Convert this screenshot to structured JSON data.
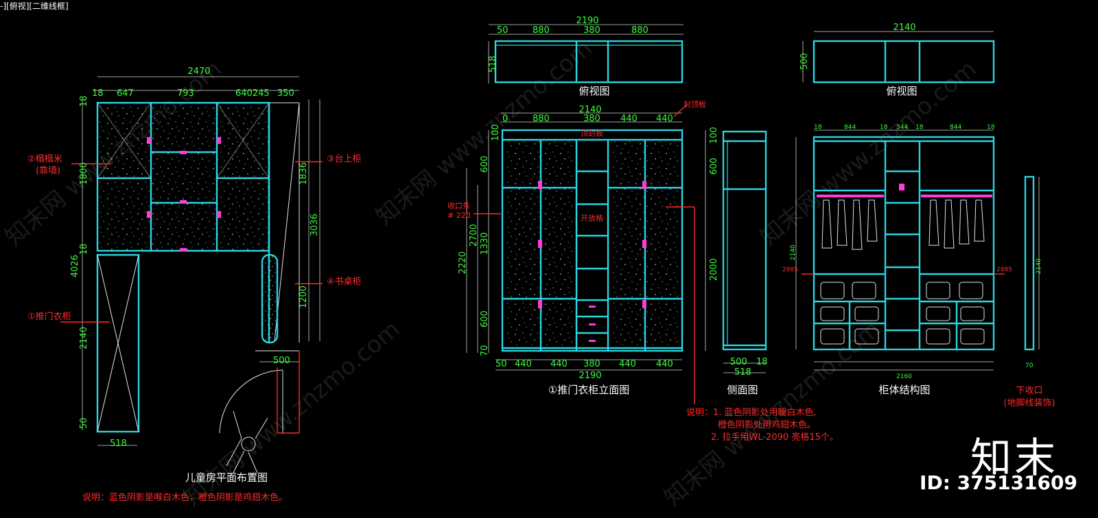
{
  "viewport_label": "-][俯视][二维线框]",
  "brand": "知末",
  "drawing_id": "ID: 375131609",
  "watermark": "知末网 www.znzmo.com",
  "plan": {
    "top_dims": [
      "2470",
      "18",
      "647",
      "793",
      "640245",
      "350"
    ],
    "left_dims": [
      "18",
      "1800",
      "18",
      "4026",
      "2140",
      "50"
    ],
    "right_dims": [
      "1836",
      "3036",
      "1200"
    ],
    "bottom_dims": [
      "500",
      "518"
    ],
    "label_1": "①推门衣柜",
    "label_2a": "②榻榻米",
    "label_2b": "(靠墙)",
    "label_3": "③台上柜",
    "label_4": "④书桌柜",
    "title": "儿童房平面布置图",
    "note": "说明：蓝色阴影是喉白木色，橙色阴影是鸡翅木色。"
  },
  "elev": {
    "top_plan_dims": [
      "2190",
      "50",
      "880",
      "380",
      "880",
      "518"
    ],
    "top_plan_title": "俯视图",
    "top_dims": [
      "2140",
      "0",
      "880",
      "380",
      "440",
      "440",
      "100"
    ],
    "left_dims": [
      "600",
      "2700",
      "1330",
      "2220",
      "600",
      "70"
    ],
    "bottom_dims": [
      "50",
      "440",
      "440",
      "380",
      "440",
      "440",
      "2190"
    ],
    "tag_top": "封顶板",
    "tag_in": "开放格",
    "tag_top2": "顶封板",
    "tag_side": "收口条",
    "tag_side2": "# 220",
    "title": "①推门衣柜立面图"
  },
  "side": {
    "dims": [
      "100",
      "600",
      "2000",
      "500",
      "18",
      "518"
    ],
    "title": "侧面图"
  },
  "struct": {
    "top_plan_dims": [
      "2140",
      "500"
    ],
    "top_plan_title": "俯视图",
    "small_dims": [
      "18",
      "844",
      "18",
      "344",
      "18",
      "844",
      "18",
      "2160",
      "2140",
      "2885",
      "2885"
    ],
    "title": "柜体结构图"
  },
  "trim": {
    "dims": [
      "2140",
      "70"
    ],
    "title": "下收口",
    "sub": "(地脚线装饰)"
  },
  "notes": {
    "line1": "说明：1. 蓝色阴影处用暖白木色,",
    "line2": "橙色阴影处用鸡翅木色。",
    "line3": "2. 拉手用WL-2090 亮格15个。"
  }
}
